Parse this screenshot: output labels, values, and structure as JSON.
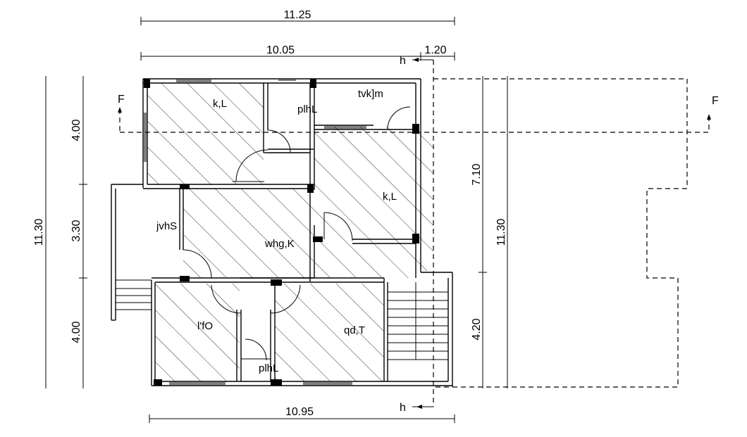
{
  "dimensions": {
    "top_overall": "11.25",
    "top_inner": "10.05",
    "top_right": "1.20",
    "left_total": "11.30",
    "left_top": "4.00",
    "left_mid": "3.30",
    "left_bottom": "4.00",
    "right_upper": "7.10",
    "right_lower": "4.20",
    "right_total": "11.30",
    "bottom": "10.95"
  },
  "rooms": {
    "room_top_left": "k,L",
    "room_small_top": "plhL",
    "room_top_right": "tvk]m",
    "room_right": "k,L",
    "room_entry": "jvhS",
    "room_center": "whg,K",
    "room_bottom_left": "l'fO",
    "room_bottom_right": "qd,T",
    "room_bottom_small": "plhL"
  },
  "section_marks": {
    "left_f": "F",
    "right_f": "F",
    "top_h": "h",
    "bottom_h": "h"
  }
}
